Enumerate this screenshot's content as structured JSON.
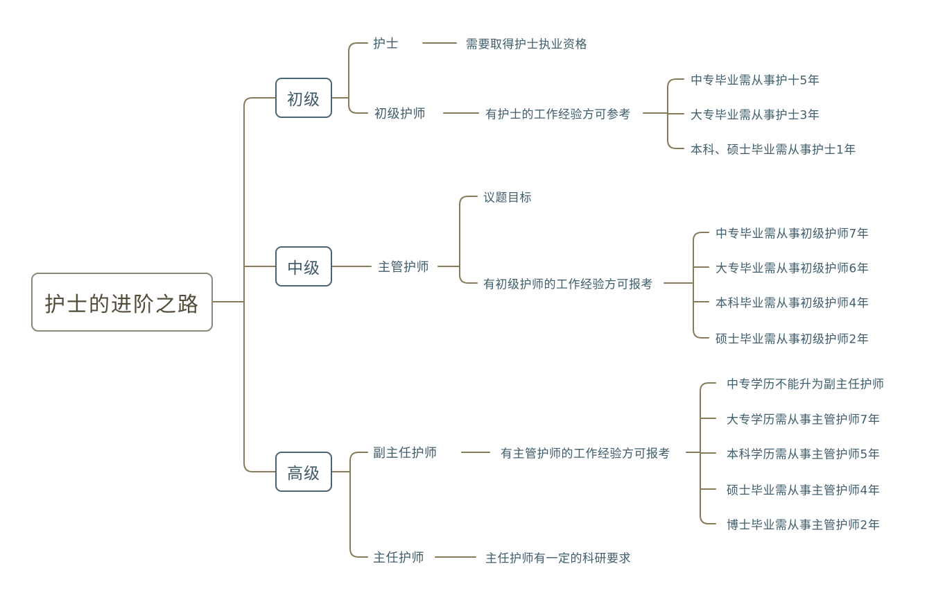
{
  "title": "护士的进阶之路",
  "colors": {
    "background": "#ffffff",
    "connector_line": "#877a58",
    "branch_box_border": "#4a6372",
    "branch_text": "#3c5a68",
    "node_text": "#3f5d6b",
    "root_box_border": "#8b887b",
    "root_text": "#534c3b"
  },
  "root": {
    "label": "护士的进阶之路"
  },
  "branches": [
    {
      "label": "初级",
      "children": [
        {
          "label": "护士",
          "children": [
            {
              "label": "需要取得护士执业资格",
              "children": []
            }
          ]
        },
        {
          "label": "初级护师",
          "children": [
            {
              "label": "有护士的工作经验方可参考",
              "children": [
                {
                  "label": "中专毕业需从事护十5年"
                },
                {
                  "label": "大专毕业需从事护士3年"
                },
                {
                  "label": "本科、硕士毕业需从事护士1年"
                }
              ]
            }
          ]
        }
      ]
    },
    {
      "label": "中级",
      "children": [
        {
          "label": "主管护师",
          "children": [
            {
              "label": "议题目标",
              "children": []
            },
            {
              "label": "有初级护师的工作经验方可报考",
              "children": [
                {
                  "label": "中专毕业需从事初级护师7年"
                },
                {
                  "label": "大专毕业需从事初级护师6年"
                },
                {
                  "label": "本科毕业需从事初级护师4年"
                },
                {
                  "label": "硕士毕业需从事初级护师2年"
                }
              ]
            }
          ]
        }
      ]
    },
    {
      "label": "高级",
      "children": [
        {
          "label": "副主任护师",
          "children": [
            {
              "label": "有主管护师的工作经验方可报考",
              "children": [
                {
                  "label": "中专学历不能升为副主任护师"
                },
                {
                  "label": "大专学历需从事主管护师7年"
                },
                {
                  "label": "本科学历需从事主管护师5年"
                },
                {
                  "label": "硕士毕业需从事主管护师4年"
                },
                {
                  "label": "博士毕业需从事主管护师2年"
                }
              ]
            }
          ]
        },
        {
          "label": "主任护师",
          "children": [
            {
              "label": "主任护师有一定的科研要求",
              "children": []
            }
          ]
        }
      ]
    }
  ]
}
